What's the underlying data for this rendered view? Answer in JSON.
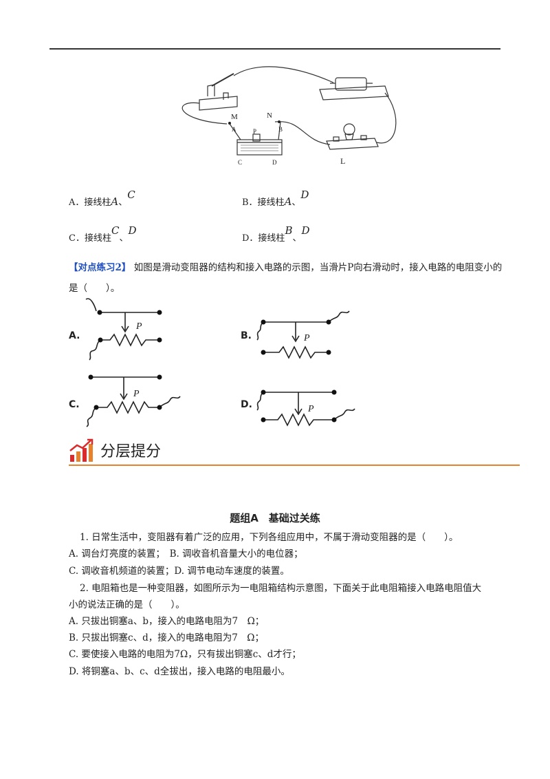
{
  "circuit": {
    "labels": {
      "M": "M",
      "N": "N",
      "A": "A",
      "P": "P",
      "B": "B",
      "C": "C",
      "D": "D",
      "L": "L"
    }
  },
  "q1_options": {
    "A": {
      "prefix": "A．接线柱",
      "v1": "A",
      "sep": "、",
      "v2": "C"
    },
    "B": {
      "prefix": "B．接线柱",
      "v1": "A",
      "sep": "、",
      "v2": "D"
    },
    "C": {
      "prefix": "C．接线柱",
      "v1": "C",
      "sep": "、",
      "v2": "D"
    },
    "D": {
      "prefix": "D．接线柱",
      "v1": "B",
      "sep": "、",
      "v2": "D"
    }
  },
  "practice2": {
    "tag": "【对点练习2】",
    "text": "如图是滑动变阻器的结构和接入电路的示图，当滑片P向右滑动时，接入电路的电阻变小的是（　　）。"
  },
  "diagrams": {
    "A": {
      "label": "A.",
      "slider": "P"
    },
    "B": {
      "label": "B.",
      "slider": "P"
    },
    "C": {
      "label": "C.",
      "slider": "P"
    },
    "D": {
      "label": "D.",
      "slider": "P"
    }
  },
  "banner": {
    "title": "分层提分",
    "accent": "#e8812b"
  },
  "group_a": {
    "title": "题组A　基础过关练",
    "lines": [
      "1. 日常生活中，变阻器有着广泛的应用，下列各组应用中，不属于滑动变阻器的是（　　）。",
      "A. 调台灯亮度的装置；　B. 调收音机音量大小的电位器；",
      "C. 调收音机频道的装置；D. 调节电动车速度的装置。",
      "2. 电阻箱也是一种变阻器，如图所示为一电阻箱结构示意图，下面关于此电阻箱接入电路电阻值大",
      "小的说法正确的是（　　）。",
      "A. 只拔出铜塞a、b，接入的电路电阻为7　Ω；",
      "B. 只拔出铜塞c、d，接入的电路电阻为7　Ω；",
      "C. 要使接入电路的电阻为7Ω，只有拔出铜塞c、d才行；",
      "D. 将铜塞a、b、c、d全拔出，接入电路的电阻最小。"
    ]
  }
}
